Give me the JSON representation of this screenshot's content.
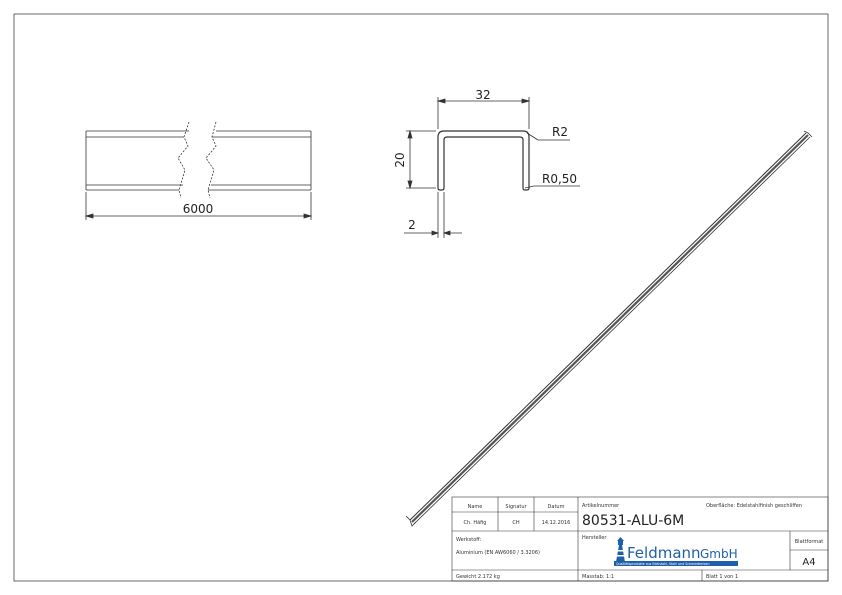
{
  "dimensions": {
    "length": "6000",
    "width": "32",
    "height": "20",
    "thickness": "2",
    "outer_radius": "R2",
    "inner_radius": "R0,50"
  },
  "title_block": {
    "col_name": "Name",
    "col_signatur": "Signatur",
    "col_datum": "Datum",
    "name": "Ch. Häfig",
    "signatur": "CH",
    "datum": "14.12.2016",
    "artikelnummer_label": "Artikelnummer",
    "artikelnummer": "80531-ALU-6M",
    "oberflaeche": "Oberfläche:  Edelstahlfinish geschliffen",
    "werkstoff_label": "Werkstoff:",
    "werkstoff": "Aluminium (EN AW6060 / 3.3206)",
    "hersteller_label": "Hersteller",
    "logo_main": "Feldmann",
    "logo_gmbh": "GmbH",
    "logo_tagline": "Qualitätsprodukte aus Edelstahl, Stahl und Schmiedeeisen",
    "blattformat_label": "Blattformat",
    "blattformat": "A4",
    "gewicht": "Gewicht 2.172 kg",
    "massstab": "Masstab: 1:1",
    "blatt": "Blatt 1 von 1"
  },
  "colors": {
    "line": "#333333",
    "logo_blue": "#1f5fa8"
  }
}
